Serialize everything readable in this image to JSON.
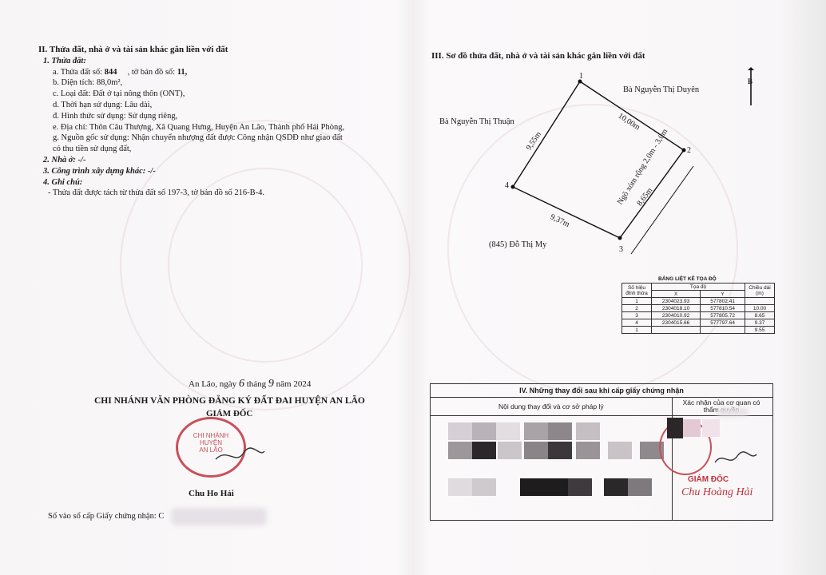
{
  "left": {
    "section_title": "II. Thửa đất, nhà ở và tài sản khác gắn liền với đất",
    "sub1_title": "1. Thửa đất:",
    "lines": [
      {
        "prefix": "a. Thửa đất số: ",
        "value": "844",
        "suffix": "     , tờ bản đồ số: ",
        "value2": "11,"
      },
      {
        "prefix": "b. Diện tích: ",
        "value": "88,0m²,"
      },
      {
        "prefix": "c. Loại đất: ",
        "value": "Đất ở tại nông thôn (ONT),"
      },
      {
        "prefix": "d. Thời hạn sử dụng: ",
        "value": "Lâu dài,"
      },
      {
        "prefix": "đ. Hình thức sử dụng: ",
        "value": "Sử dụng riêng,"
      },
      {
        "prefix": "e. Địa chỉ: ",
        "value": "Thôn Câu Thượng, Xã Quang Hưng, Huyện An Lão, Thành phố Hải Phòng,"
      },
      {
        "prefix": "g. Nguồn gốc sử dụng: ",
        "value": "Nhận chuyển nhượng đất được Công nhận QSDĐ như giao đất"
      },
      {
        "prefix": "",
        "value": "có thu tiền sử dụng đất,"
      }
    ],
    "sub2": "2. Nhà ở: -/-",
    "sub3": "3. Công trình xây dựng khác: -/-",
    "sub4": "4. Ghi chú:",
    "note": "- Thửa đất được tách từ thửa đất số 197-3, tờ bản đồ số 216-B-4.",
    "date_line": {
      "place": "An Lão, ngày ",
      "day": "6",
      "month_label": " tháng ",
      "month": "9",
      "year_label": " năm 2024"
    },
    "office": "CHI NHÁNH VĂN PHÒNG ĐĂNG KÝ ĐẤT ĐAI HUYỆN AN LÃO",
    "role": "GIÁM ĐỐC",
    "signer": "Chu Ho     Hải",
    "stamp_lines": [
      "CHI NHÁNH",
      "HUYỆN",
      "AN LÃO"
    ],
    "issue_label": "Số vào sổ cấp Giấy chứng nhận: C"
  },
  "right": {
    "section_title": "III. Sơ đồ thửa đất, nhà ở và tài sản khác gắn liền với đất",
    "north": "B",
    "neighbors": {
      "top_right": "Bà Nguyễn Thị Duyên",
      "left": "Bà Nguyễn Thị Thuận",
      "bottom": "(845) Đỗ Thị My"
    },
    "road": "Ngõ xóm rộng 2,0m - 3,0m",
    "points": [
      "1",
      "2",
      "3",
      "4"
    ],
    "edge_labels": [
      "10,00m",
      "8,65m",
      "9,37m",
      "9,55m"
    ],
    "table": {
      "title": "BẢNG LIỆT KÊ TỌA ĐỘ",
      "head": [
        "Số hiệu đỉnh thửa",
        "Tọa độ",
        "Chiều dài (m)"
      ],
      "subhead": [
        "X",
        "Y"
      ],
      "rows": [
        [
          "1",
          "2304023.93",
          "577802.41",
          ""
        ],
        [
          "2",
          "2304018.10",
          "577810.54",
          "10.00"
        ],
        [
          "3",
          "2304010.92",
          "577805.72",
          "8.65"
        ],
        [
          "4",
          "2304015.66",
          "577797.64",
          "9.37"
        ],
        [
          "1",
          "",
          "",
          "9.55"
        ]
      ]
    },
    "changes": {
      "title": "IV. Những thay đổi sau khi cấp giấy chứng nhận",
      "col1": "Nội dung thay đổi và cơ sở pháp lý",
      "col2": "Xác nhận của cơ quan có thẩm quyền",
      "role": "GIÁM ĐỐC",
      "signer": "Chu Hoàng Hải"
    }
  }
}
